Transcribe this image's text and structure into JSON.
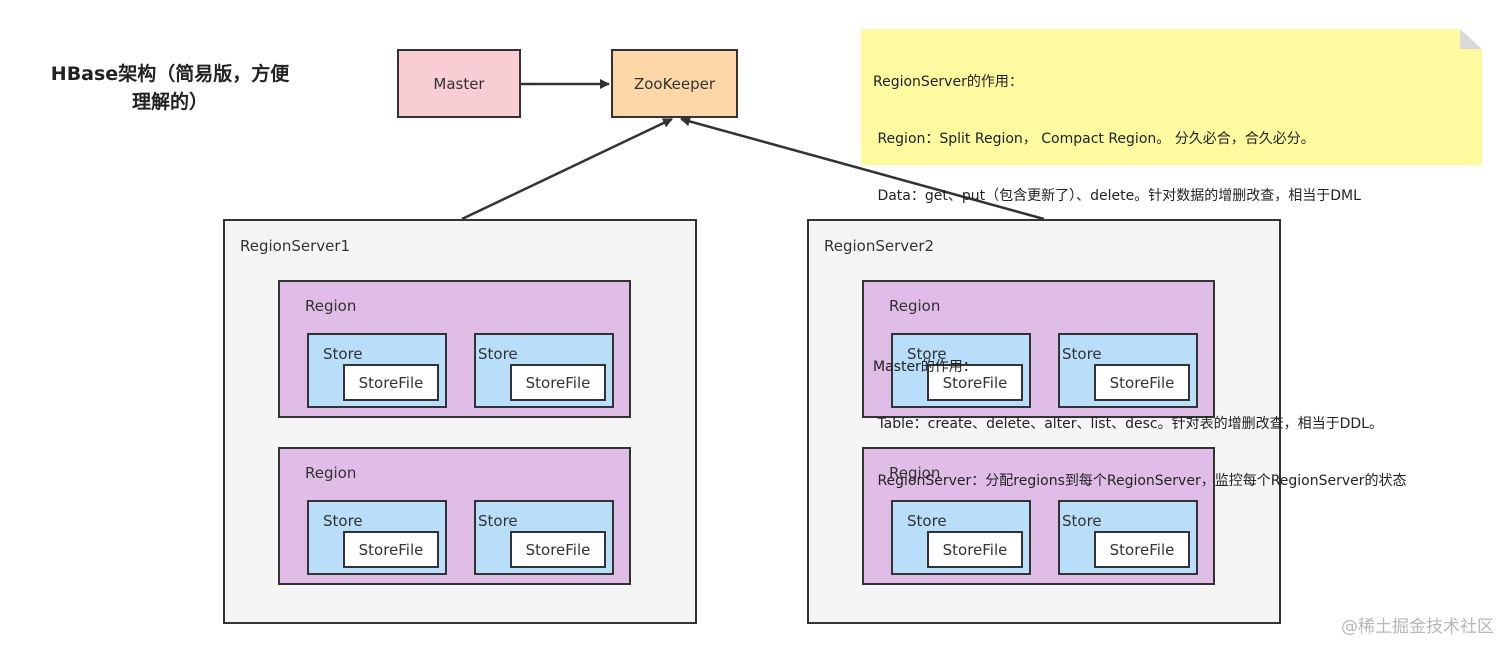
{
  "title": {
    "line1": "HBase架构（简易版，方便",
    "line2": "理解的）"
  },
  "master": {
    "label": "Master"
  },
  "zookeeper": {
    "label": "ZooKeeper"
  },
  "servers": [
    {
      "label": "RegionServer1",
      "regions": [
        {
          "label": "Region",
          "stores": [
            {
              "label": "Store",
              "file": "StoreFile"
            },
            {
              "label": "Store",
              "file": "StoreFile"
            }
          ]
        },
        {
          "label": "Region",
          "stores": [
            {
              "label": "Store",
              "file": "StoreFile"
            },
            {
              "label": "Store",
              "file": "StoreFile"
            }
          ]
        }
      ]
    },
    {
      "label": "RegionServer2",
      "regions": [
        {
          "label": "Region",
          "stores": [
            {
              "label": "Store",
              "file": "StoreFile"
            },
            {
              "label": "Store",
              "file": "StoreFile"
            }
          ]
        },
        {
          "label": "Region",
          "stores": [
            {
              "label": "Store",
              "file": "StoreFile"
            },
            {
              "label": "Store",
              "file": "StoreFile"
            }
          ]
        }
      ]
    }
  ],
  "note": {
    "lines": [
      "RegionServer的作用：",
      " Region：Split Region， Compact Region。 分久必合，合久必分。",
      " Data：get、put（包含更新了）、delete。针对数据的增删改查，相当于DML",
      "",
      "",
      "Master的作用：",
      " Table：create、delete、alter、list、desc。针对表的增删改查，相当于DDL。",
      " RegionServer：分配regions到每个RegionServer，监控每个RegionServer的状态"
    ]
  },
  "watermark": "@稀土掘金技术社区",
  "colors": {
    "master_fill": "#f8cdd4",
    "zookeeper_fill": "#fbd7a7",
    "server_fill": "#f5f5f5",
    "region_fill": "#e0bde6",
    "store_fill": "#b9def9",
    "note_fill": "#fdfa9f",
    "stroke": "#333333"
  }
}
